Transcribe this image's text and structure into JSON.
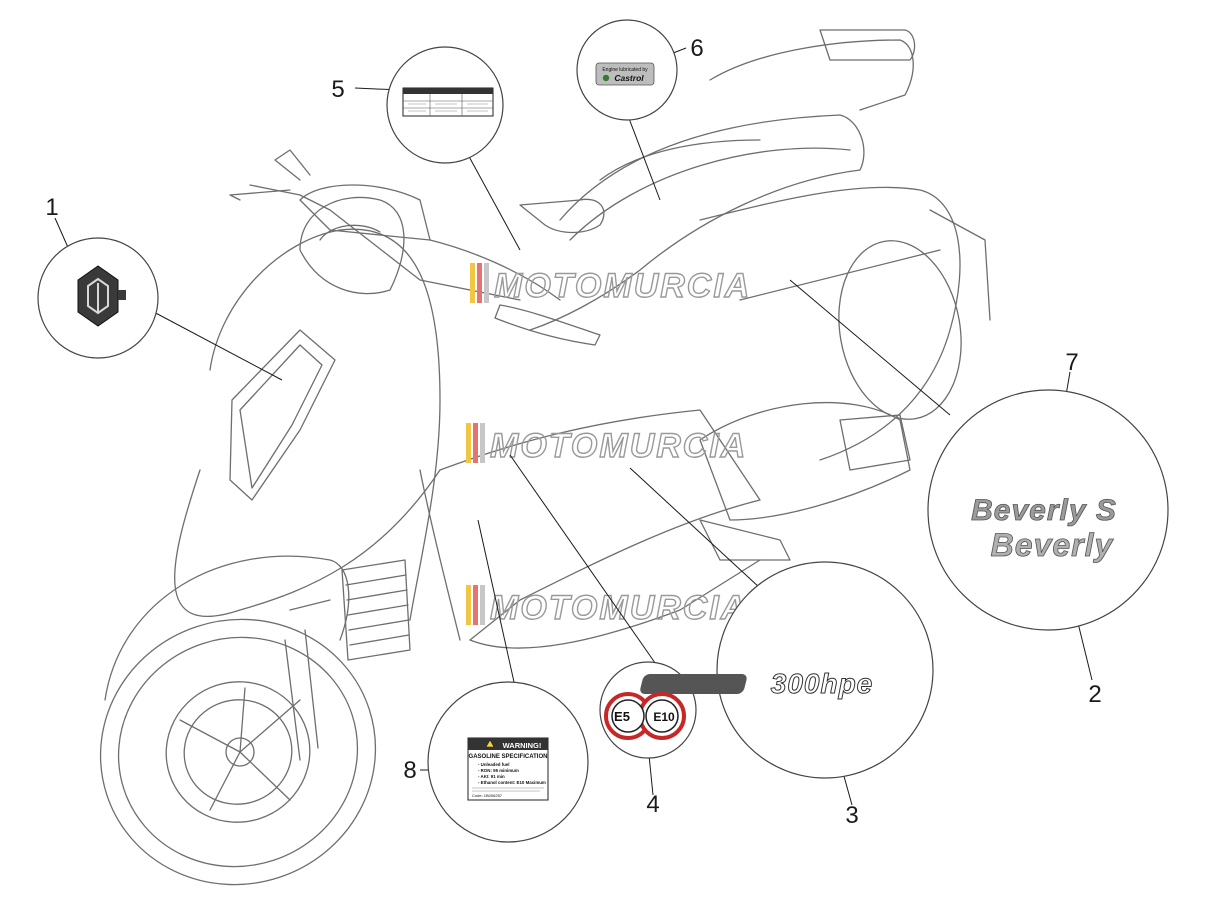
{
  "callouts": [
    "1",
    "2",
    "3",
    "4",
    "5",
    "6",
    "7",
    "8"
  ],
  "watermark": "MOTOMURCIA",
  "decals": {
    "lubricant": {
      "line1": "Engine lubricated by",
      "brand": "Castrol"
    },
    "beverly_s": "Beverly S",
    "beverly": "Beverly",
    "power": "300hpe",
    "fuel": {
      "e5": "E5",
      "e10": "E10"
    },
    "warning": {
      "title": "WARNING!",
      "heading": "GASOLINE SPECIFICATION",
      "lines": [
        "- Unleaded fuel",
        "- RON: 95 minimum",
        "- AKI: 91 min",
        "- Ethanol content: E10 Maximum"
      ],
      "code": "Code: 1B006257"
    }
  },
  "colors": {
    "line": "#6e6e6e",
    "label_grey": "#8a8a8a",
    "warning_yellow": "#f2d33b",
    "fuel_red": "#c62828"
  }
}
